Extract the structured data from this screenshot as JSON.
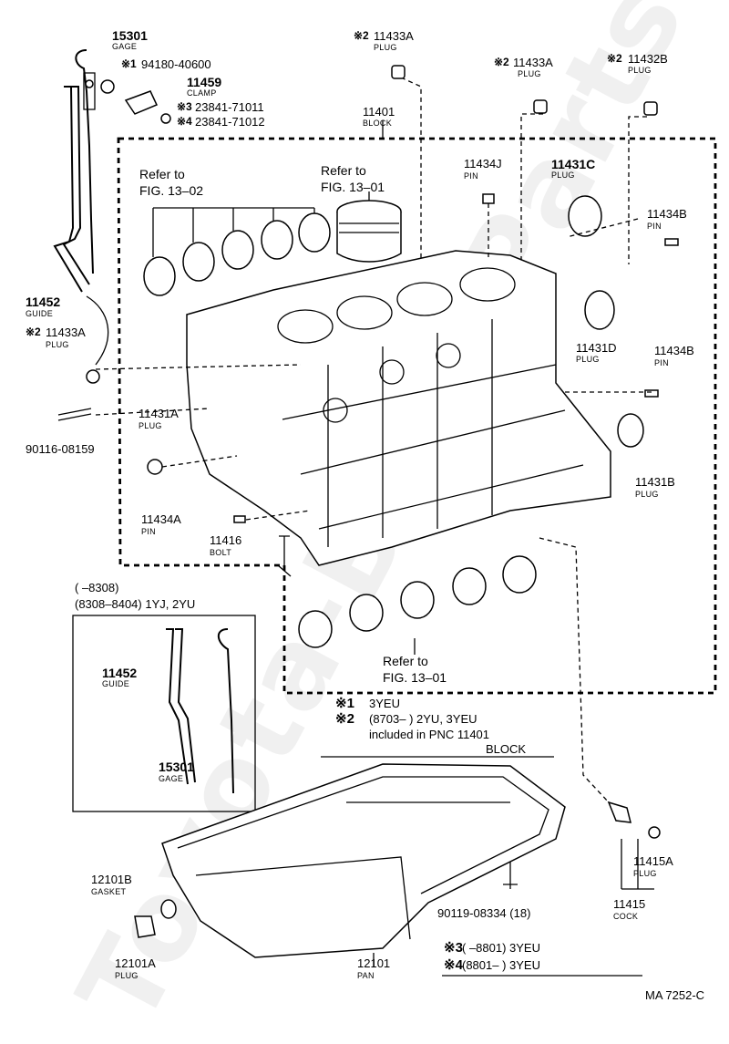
{
  "watermark": "Toyota-Best-Parts.ru",
  "labels": {
    "l15301_top": "15301",
    "gage_top": "GAGE",
    "k1": "※1",
    "p94180": "94180-40600",
    "l11459": "11459",
    "clamp": "CLAMP",
    "k3": "※3",
    "p23841a": "23841-71011",
    "k4": "※4",
    "p23841b": "23841-71012",
    "k2a": "※2",
    "l11433A_top": "11433A",
    "plug_a": "PLUG",
    "k2b": "※2",
    "l11433A_mid": "11433A",
    "plug_b": "PLUG",
    "k2c": "※2",
    "l11432B": "11432B",
    "plug_c": "PLUG",
    "l11401": "11401",
    "block": "BLOCK",
    "ref1302_a": "Refer to",
    "ref1302_b": "FIG. 13–02",
    "ref1301_a": "Refer to",
    "ref1301_b": "FIG. 13–01",
    "l11434J": "11434J",
    "pin_j": "PIN",
    "l11431C": "11431C",
    "plug_d": "PLUG",
    "l11434B_top": "11434B",
    "pin_b1": "PIN",
    "l11452_top": "11452",
    "guide_top": "GUIDE",
    "k2d": "※2",
    "l11433A_left": "11433A",
    "plug_e": "PLUG",
    "l11431D": "11431D",
    "plug_f": "PLUG",
    "l11434B_mid": "11434B",
    "pin_b2": "PIN",
    "l11431A": "11431A",
    "plug_g": "PLUG",
    "p90116": "90116-08159",
    "l11431B": "11431B",
    "plug_h": "PLUG",
    "l11434A": "11434A",
    "pin_a": "PIN",
    "l11416": "11416",
    "bolt": "BOLT",
    "range1": "(      –8308)",
    "range2": "(8308–8404) 1YJ, 2YU",
    "l11452_box": "11452",
    "guide_box": "GUIDE",
    "l15301_box": "15301",
    "gage_box": "GAGE",
    "ref1301c_a": "Refer to",
    "ref1301c_b": "FIG. 13–01",
    "n1_mark": "※1",
    "n1_text": "3YEU",
    "n2_mark": "※2",
    "n2_text": "(8703–          ) 2YU, 3YEU",
    "n2_text2": "included in PNC 11401",
    "n2_text3": "BLOCK",
    "l12101B": "12101B",
    "gasket": "GASKET",
    "l12101A": "12101A",
    "plug_i": "PLUG",
    "l12101": "12101",
    "pan": "PAN",
    "p90119": "90119-08334 (18)",
    "l11415A": "11415A",
    "plug_j": "PLUG",
    "l11415": "11415",
    "cock": "COCK",
    "n3_mark": "※3",
    "n3_text": "(        –8801) 3YEU",
    "n4_mark": "※4",
    "n4_text": "(8801–          ) 3YEU",
    "code": "MA 7252-C"
  }
}
